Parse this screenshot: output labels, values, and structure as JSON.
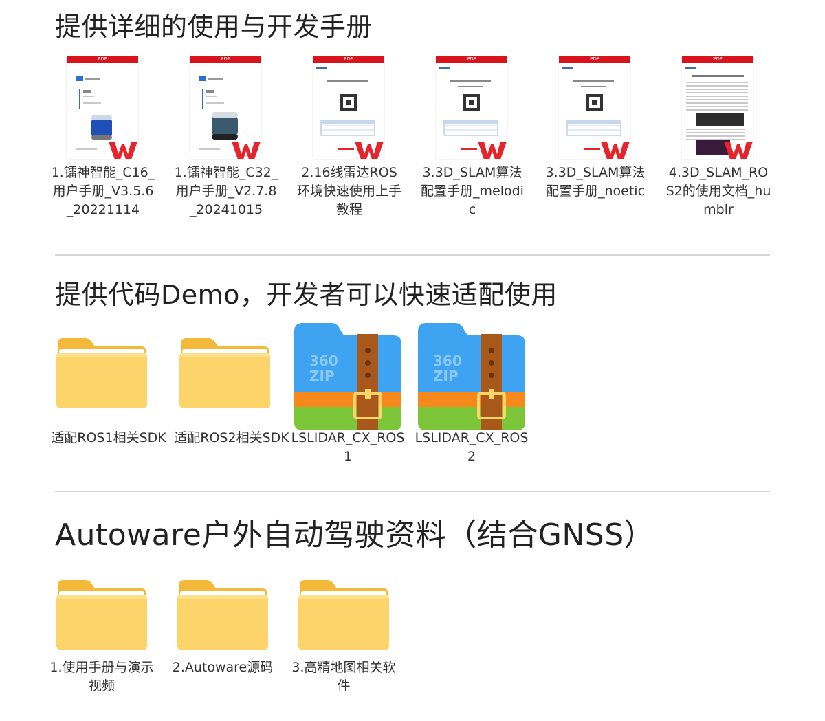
{
  "sections": [
    {
      "title": "提供详细的使用与开发手册",
      "items": [
        {
          "label": "1.镭神智能_C16_用户手册_V3.5.6_20221114",
          "kind": "pdf",
          "variant": "lidar16"
        },
        {
          "label": "1.镭神智能_C32_用户手册_V2.7.8_20241015",
          "kind": "pdf",
          "variant": "lidar32"
        },
        {
          "label": "2.16线雷达ROS环境快速使用上手教程",
          "kind": "pdf",
          "variant": "qr"
        },
        {
          "label": "3.3D_SLAM算法配置手册_melodic",
          "kind": "pdf",
          "variant": "qr2"
        },
        {
          "label": "3.3D_SLAM算法配置手册_noetic",
          "kind": "pdf",
          "variant": "qr2"
        },
        {
          "label": "4.3D_SLAM_ROS2的使用文档_humblr",
          "kind": "pdf",
          "variant": "text"
        }
      ]
    },
    {
      "title": "提供代码Demo，开发者可以快速适配使用",
      "items": [
        {
          "label": "适配ROS1相关SDK",
          "kind": "folder"
        },
        {
          "label": "适配ROS2相关SDK",
          "kind": "folder"
        },
        {
          "label": "LSLIDAR_CX_ROS1",
          "kind": "zip"
        },
        {
          "label": "LSLIDAR_CX_ROS2",
          "kind": "zip"
        }
      ]
    },
    {
      "title": "Autoware户外自动驾驶资料（结合GNSS）",
      "items": [
        {
          "label": "1.使用手册与演示视频",
          "kind": "folder"
        },
        {
          "label": "2.Autoware源码",
          "kind": "folder"
        },
        {
          "label": "3.高精地图相关软件",
          "kind": "folder"
        }
      ]
    }
  ],
  "icons": {
    "pdf": "pdf-file-icon",
    "wps": "wps-logo-icon",
    "folder": "folder-icon",
    "zip": "zip-archive-icon"
  },
  "pdf_banner": "PDF",
  "zip_brand": {
    "line1": "360",
    "line2": "ZIP"
  },
  "colors": {
    "pdf_red": "#d8131b",
    "folder_yellow": "#fcd46a",
    "zip_blue": "#3ea3f0",
    "zip_orange": "#f7891c",
    "zip_green": "#7dc63a",
    "zip_strap": "#a8581b"
  }
}
